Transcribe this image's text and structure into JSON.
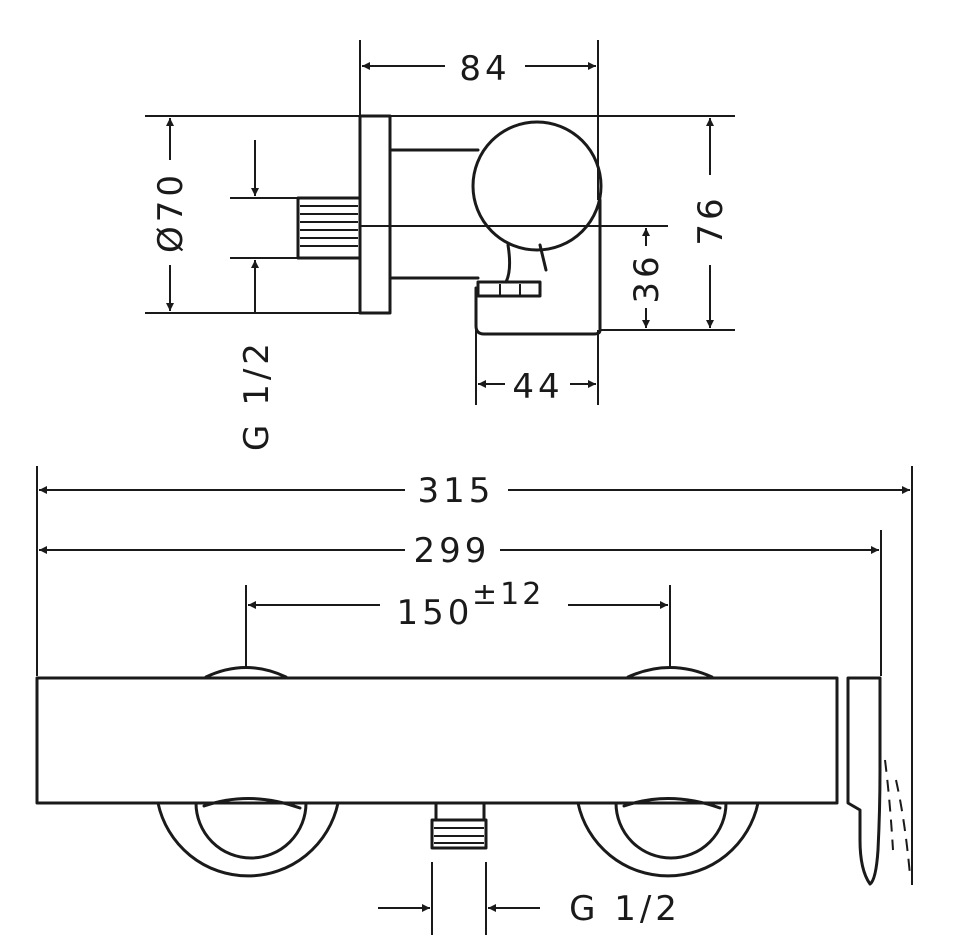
{
  "dimensions": {
    "side_width": "84",
    "side_diameter": "Ø70",
    "side_height": "76",
    "side_outlet_height": "36",
    "side_depth": "44",
    "side_thread": "G 1/2",
    "total_length": "315",
    "body_length": "299",
    "connection_spacing": "150",
    "connection_tolerance": "±12",
    "bottom_thread": "G 1/2"
  }
}
